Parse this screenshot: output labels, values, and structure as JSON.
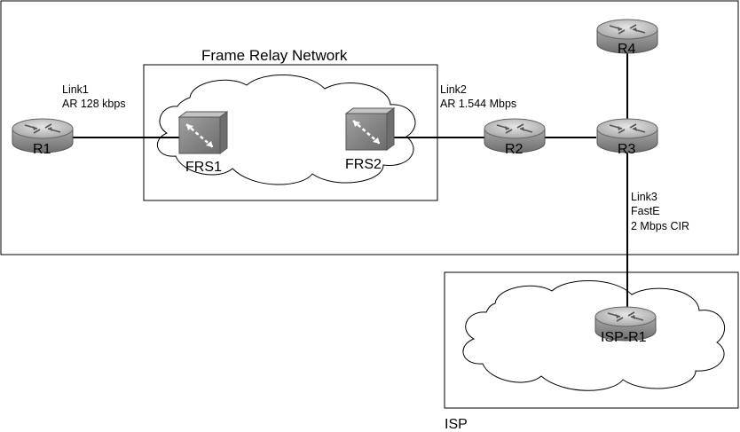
{
  "frame_relay": {
    "title": "Frame Relay Network"
  },
  "isp": {
    "label": "ISP"
  },
  "links": {
    "link1": {
      "name": "Link1",
      "detail": "AR 128 kbps"
    },
    "link2": {
      "name": "Link2",
      "detail": "AR 1.544 Mbps"
    },
    "link3": {
      "name": "Link3",
      "type": "FastE",
      "cir": "2 Mbps CIR"
    }
  },
  "devices": {
    "r1": "R1",
    "r2": "R2",
    "r3": "R3",
    "r4": "R4",
    "isp_r1": "ISP-R1",
    "frs1": "FRS1",
    "frs2": "FRS2"
  },
  "colors": {
    "router_body": "#8a8a8a",
    "router_top": "#c8c8c8",
    "switch_face": "#8c8c8c",
    "line": "#000000"
  }
}
